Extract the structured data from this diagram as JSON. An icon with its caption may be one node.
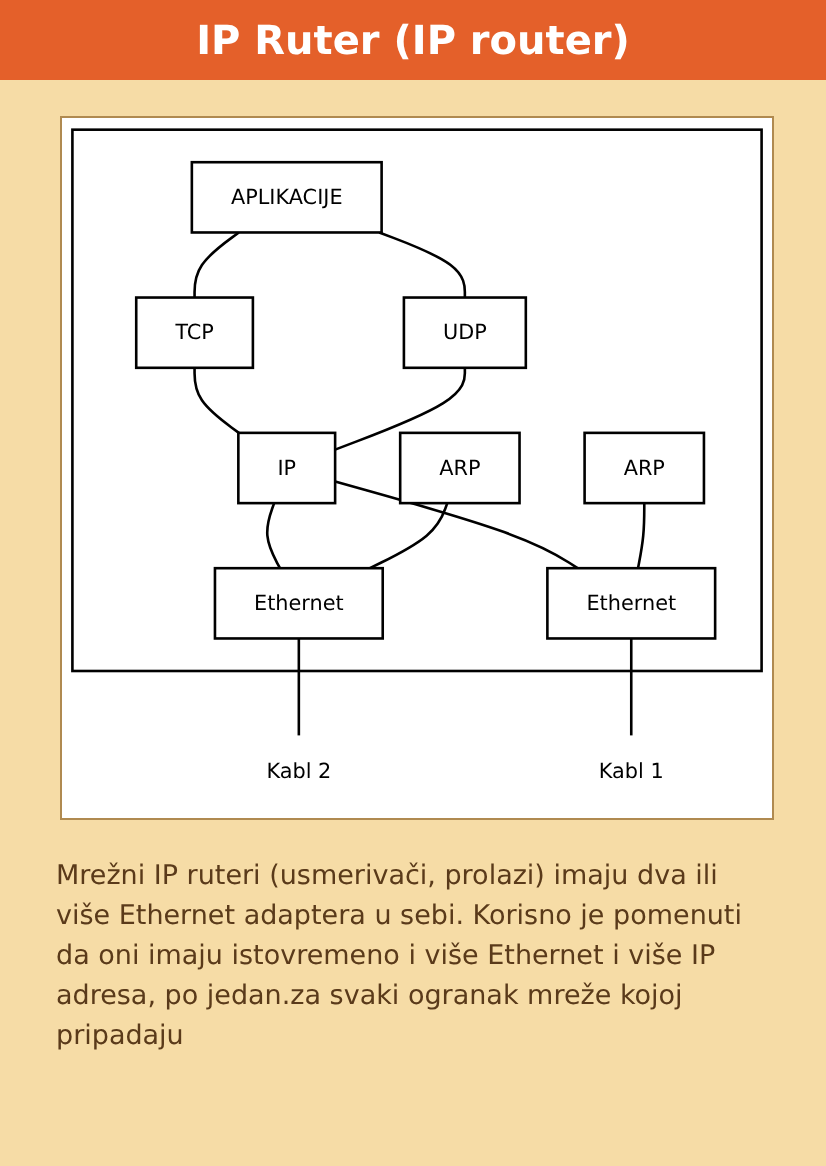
{
  "diagram": {
    "title": "IP Ruter (IP router)",
    "caption": "Mrežni IP ruteri (usmerivači, prolazi) imaju dva ili više Ethernet adaptera u sebi. Korisno je pomenuti da oni imaju istovremeno i više Ethernet i više IP adresa, po jedan.za svaki ogranak mreže kojoj pripadaju",
    "nodes": [
      {
        "text": [],
        "shape": "box"
      },
      {
        "text": [
          "APLIKACIJE"
        ],
        "in": 0
      },
      {
        "text": [
          "TCP"
        ],
        "in": 0
      },
      {
        "text": [
          "UDP"
        ],
        "in": 0
      },
      {
        "text": [
          "IP"
        ],
        "in": 0
      },
      {
        "text": [
          "ARP"
        ],
        "in": 0
      },
      {
        "text": [
          "ARP"
        ],
        "in": 0
      },
      {
        "text": [
          "Ethernet"
        ],
        "in": 0
      },
      {
        "text": [
          "Ethernet"
        ],
        "in": 0
      },
      {
        "text": [
          "Kabl 1"
        ]
      },
      {
        "text": [
          "Kabl 2"
        ]
      }
    ],
    "edges": [
      {
        "from": 1,
        "to": 2,
        "arrow": "none"
      },
      {
        "from": 1,
        "to": 3,
        "arrow": "none"
      },
      {
        "from": 2,
        "to": 4,
        "arrow": "none"
      },
      {
        "from": 3,
        "to": 4,
        "arrow": "none"
      },
      {
        "from": 4,
        "to": 7,
        "arrow": "none"
      },
      {
        "from": 4,
        "to": 8,
        "arrow": "none"
      },
      {
        "from": 5,
        "to": 7,
        "arrow": "none"
      },
      {
        "from": 6,
        "to": 8,
        "arrow": "none"
      },
      {
        "from": 8,
        "to": 9,
        "arrow": "none"
      },
      {
        "from": 7,
        "to": 10,
        "arrow": "none"
      }
    ]
  }
}
